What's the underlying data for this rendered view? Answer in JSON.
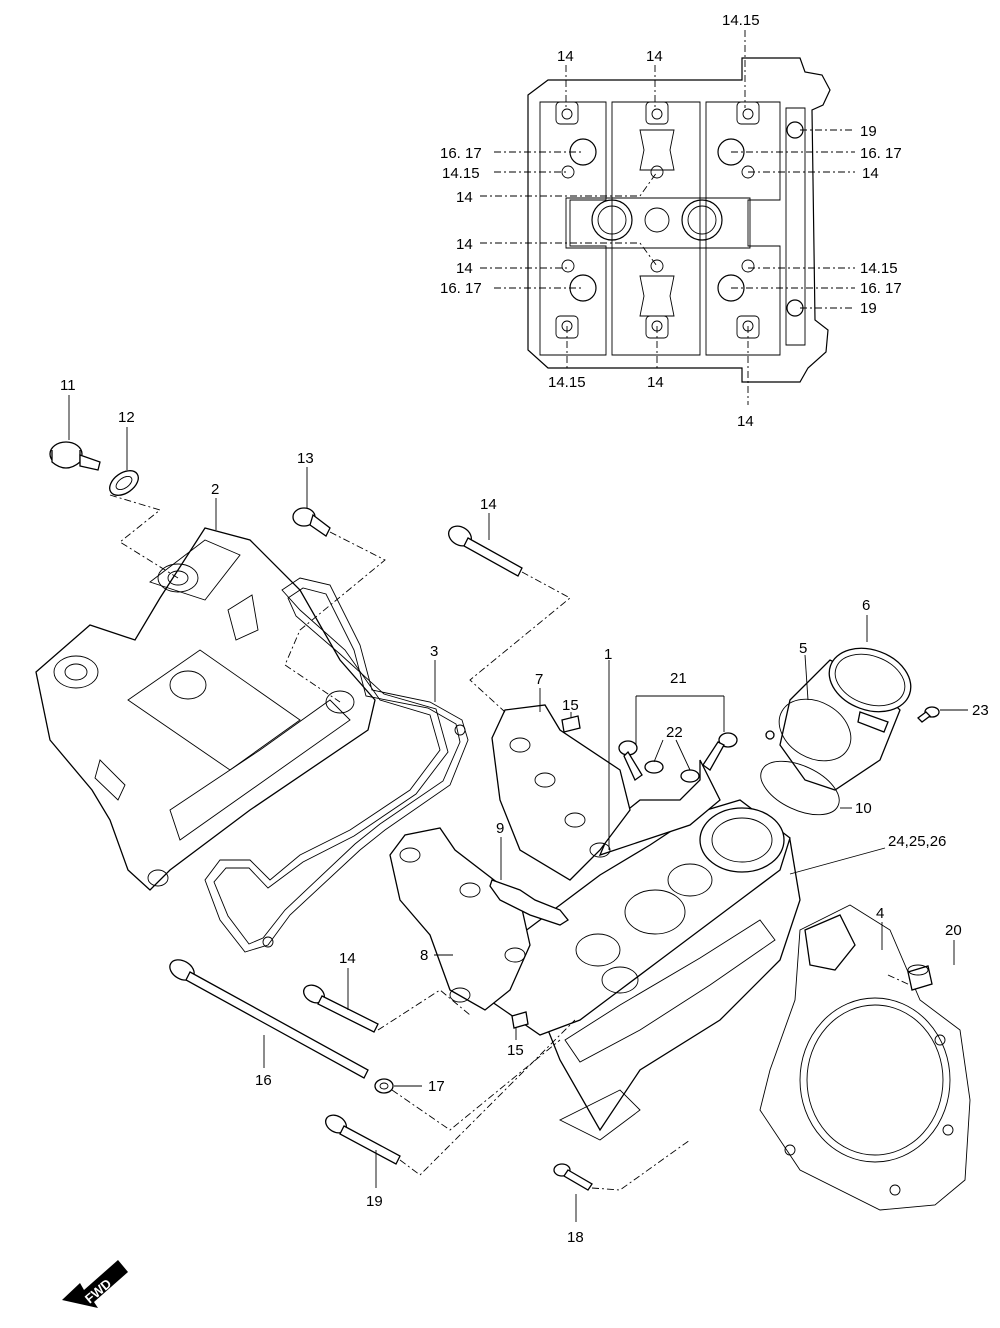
{
  "diagram": {
    "top_view_labels": {
      "t_1415_top": "14.15",
      "t_14_a": "14",
      "t_14_b": "14",
      "t_19_a": "19",
      "t_1617_l1": "16. 17",
      "t_1617_r1": "16. 17",
      "t_1415_l1": "14.15",
      "t_14_r1": "14",
      "t_14_l2": "14",
      "t_14_l3": "14",
      "t_1415_r2": "14.15",
      "t_14_l4": "14",
      "t_1617_l2": "16. 17",
      "t_1617_r2": "16. 17",
      "t_19_b": "19",
      "t_1415_bot": "14.15",
      "t_14_bot1": "14",
      "t_14_bot2": "14"
    },
    "part_labels": {
      "p11": "11",
      "p12": "12",
      "p2": "2",
      "p13": "13",
      "p14a": "14",
      "p3": "3",
      "p7": "7",
      "p15a": "15",
      "p1": "1",
      "p21": "21",
      "p22": "22",
      "p5": "5",
      "p6": "6",
      "p23": "23",
      "p10": "10",
      "p242526": "24,25,26",
      "p9": "9",
      "p8": "8",
      "p4": "4",
      "p20": "20",
      "p14b": "14",
      "p15b": "15",
      "p16": "16",
      "p17": "17",
      "p19": "19",
      "p18": "18"
    },
    "fwd": "FWD"
  }
}
